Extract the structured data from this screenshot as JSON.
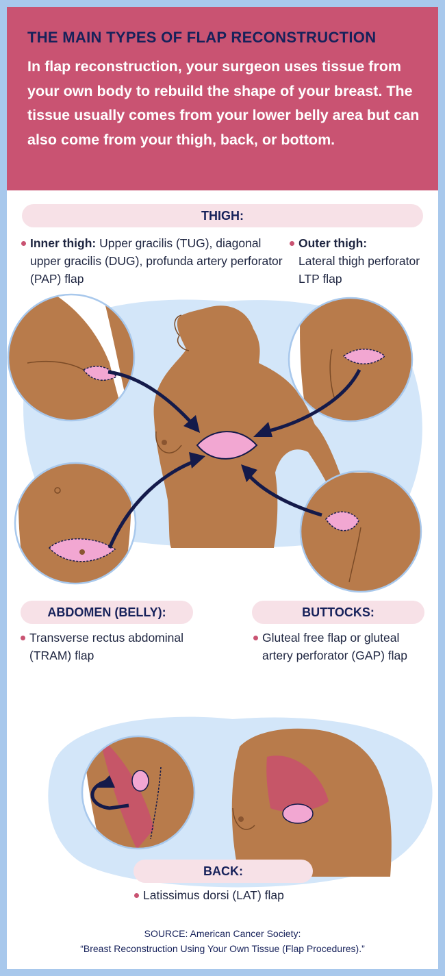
{
  "header": {
    "title": "THE MAIN TYPES OF FLAP RECONSTRUCTION",
    "intro": "In flap reconstruction, your surgeon uses tissue from your own body to rebuild the shape of your breast. The tissue usually comes from your lower belly area but can also come from your thigh, back, or bottom."
  },
  "thigh": {
    "heading": "THIGH:",
    "inner_label": "Inner thigh:",
    "inner_text": "Upper gracilis (TUG), diagonal upper gracilis (DUG), profunda artery perforator (PAP) flap",
    "outer_label": "Outer thigh:",
    "outer_text": "Lateral thigh perforator LTP flap"
  },
  "abdomen": {
    "heading": "ABDOMEN (BELLY):",
    "text": "Transverse rectus abdominal (TRAM) flap"
  },
  "buttocks": {
    "heading": "BUTTOCKS:",
    "text": "Gluteal free flap or gluteal artery perforator (GAP) flap"
  },
  "back": {
    "heading": "BACK:",
    "text": "Latissimus dorsi (LAT) flap"
  },
  "source": {
    "line1": "SOURCE: American Cancer Society:",
    "line2": "“Breast Reconstruction Using Your Own Tissue (Flap Procedures).”"
  },
  "colors": {
    "header_bg": "#c95372",
    "title_text": "#16215a",
    "pill_bg": "#f7e1e7",
    "skin": "#b87b4b",
    "flap_pink": "#f2a7d2",
    "arrow": "#141a4a",
    "bubble_blue": "#d3e6f9",
    "frame_blue": "#a8c8ec"
  }
}
